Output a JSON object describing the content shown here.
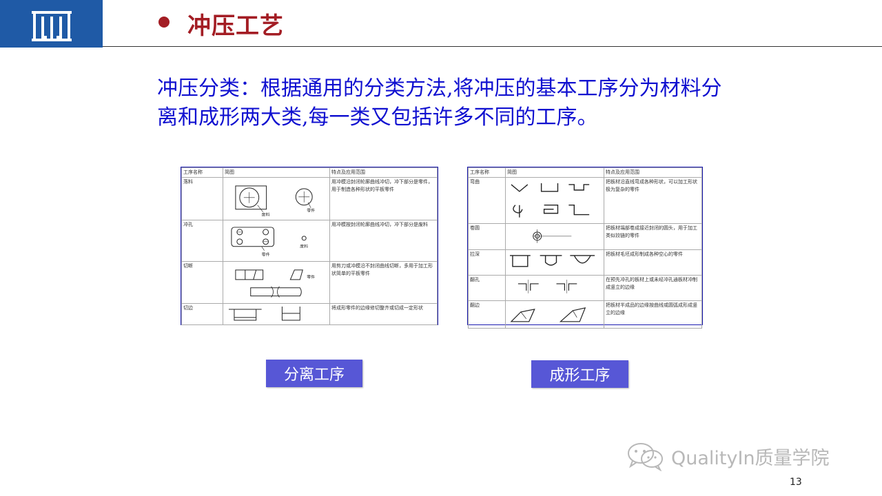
{
  "title": "冲压工艺",
  "intro": "冲压分类：根据通用的分类方法,将冲压的基本工序分为材料分离和成形两大类,每一类又包括许多不同的工序。",
  "separation_table": {
    "headers": [
      "工序名称",
      "简图",
      "特点及应用范围"
    ],
    "rows": [
      {
        "name": "落料",
        "desc": "用冲模沿封闭轮廓曲线冲切，冲下部分是零件，用于制造各种形状的平板零件",
        "fig_labels": [
          "废料",
          "零件"
        ]
      },
      {
        "name": "冲孔",
        "desc": "用冲模按封闭轮廓曲线冲切，冲下部分是废料",
        "fig_labels": [
          "零件",
          "废料"
        ]
      },
      {
        "name": "切断",
        "desc": "用剪刀或冲模沿不封闭曲线切断，多用于加工形状简单的平板零件",
        "fig_labels": [
          "零件"
        ]
      },
      {
        "name": "切边",
        "desc": "将成形零件的边缘修切整齐或切成一定形状",
        "fig_labels": []
      }
    ]
  },
  "forming_table": {
    "headers": [
      "工序名称",
      "简图",
      "特点及应用范围"
    ],
    "rows": [
      {
        "name": "弯曲",
        "desc": "把板材沿直线弯成各种形状，可以加工形状极为复杂的零件"
      },
      {
        "name": "卷圆",
        "desc": "把板材端部卷成接近封闭的圆头，用于加工类似铰链的零件"
      },
      {
        "name": "拉深",
        "desc": "把板材毛坯成形制成各种空心的零件"
      },
      {
        "name": "翻孔",
        "desc": "在预先冲孔的板材上或未经冲孔通板材冲制成竖立的边缘"
      },
      {
        "name": "翻边",
        "desc": "把板材半成品的边缘按曲线或圆弧成形成竖立的边缘"
      }
    ]
  },
  "buttons": {
    "separation": "分离工序",
    "forming": "成形工序"
  },
  "watermark": "QualityIn质量学院",
  "page_number": "13",
  "colors": {
    "brand_blue": "#1f5aa6",
    "title_red": "#a31d24",
    "text_blue": "#1010d0",
    "button": "#5757d6"
  }
}
